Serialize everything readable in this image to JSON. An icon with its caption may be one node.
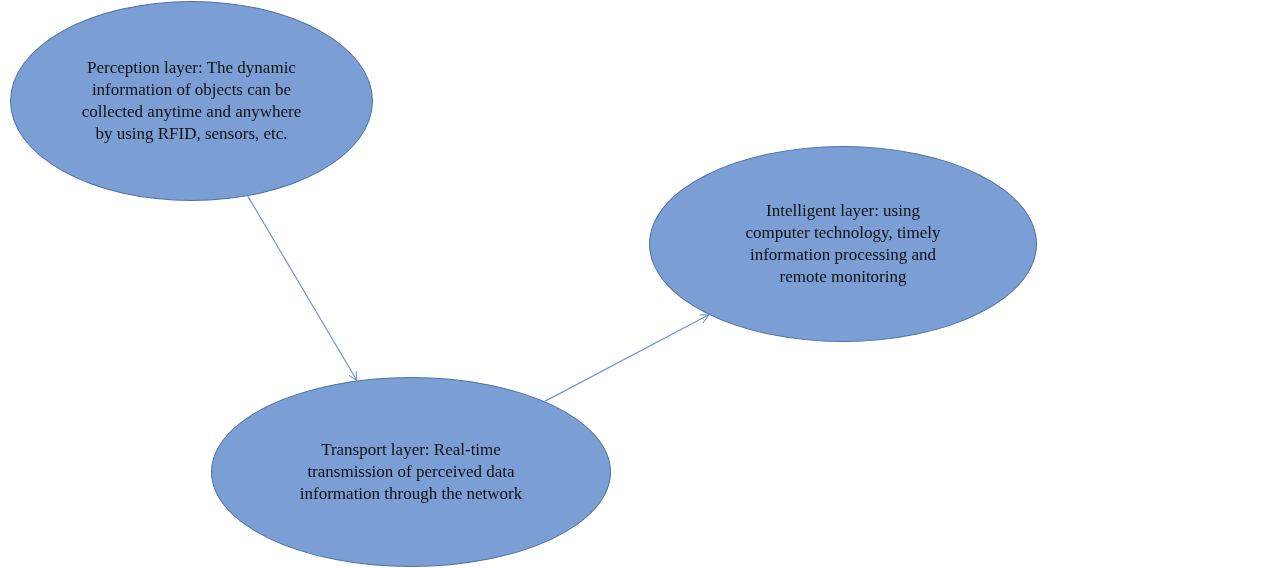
{
  "diagram": {
    "nodes": [
      {
        "text": [
          "Perception layer: The dynamic information of objects can be collected anytime and anywhere by using RFID, sensors, etc."
        ]
      },
      {
        "text": [
          "Transport layer: Real-time transmission of perceived data information through the network"
        ]
      },
      {
        "text": [
          "Intelligent layer: using computer technology, timely information processing and remote monitoring"
        ]
      }
    ],
    "edges": [
      {
        "from": 0,
        "to": 1,
        "arrow": "to"
      },
      {
        "from": 1,
        "to": 2,
        "arrow": "to"
      }
    ]
  }
}
